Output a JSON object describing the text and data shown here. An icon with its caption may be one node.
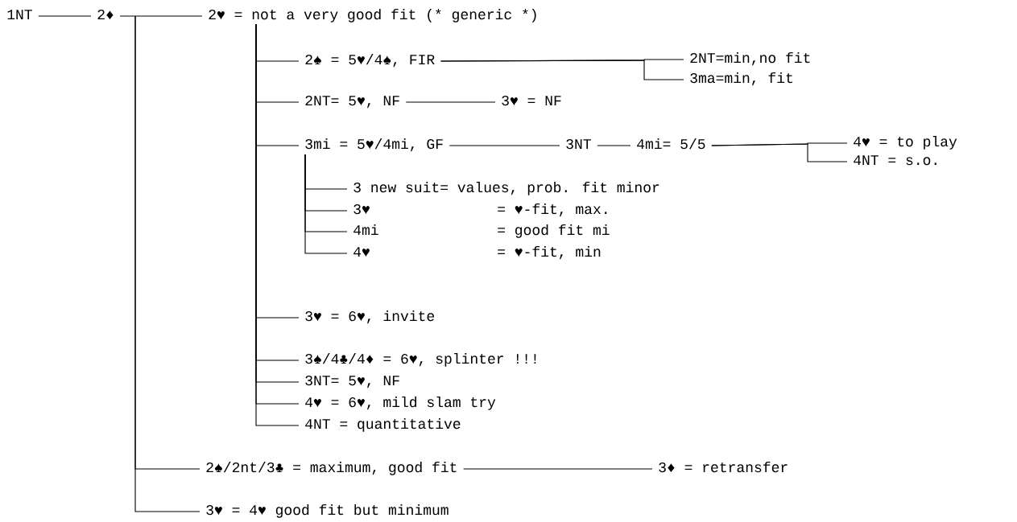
{
  "diagram": {
    "nodes": [
      {
        "text": [
          "1NT"
        ]
      },
      {
        "text": [
          "2♦"
        ]
      },
      {
        "text": [
          "2♥ = not a very good fit (* generic *)"
        ]
      },
      {
        "text": [
          "2♠ = 5♥/4♠, FIR"
        ]
      },
      {
        "text": [
          "2NT=min,no fit"
        ]
      },
      {
        "text": [
          "3ma=min, fit"
        ]
      },
      {
        "text": [
          "2NT= 5♥, NF"
        ]
      },
      {
        "text": [
          "3♥ = NF"
        ]
      },
      {
        "text": [
          "3mi = 5♥/4mi, GF"
        ]
      },
      {
        "text": [
          "3NT"
        ]
      },
      {
        "text": [
          "4mi= 5/5"
        ]
      },
      {
        "text": [
          "4♥ = to play"
        ]
      },
      {
        "text": [
          "4NT = s.o."
        ]
      },
      {
        "text": [
          "3 new suit= values, prob. fit minor"
        ]
      },
      {
        "text": [
          "3♥",
          "= ♥-fit, max."
        ]
      },
      {
        "text": [
          "4mi",
          "= good fit mi"
        ]
      },
      {
        "text": [
          "4♥",
          "= ♥-fit, min"
        ]
      },
      {
        "text": [
          "3♥ = 6♥, invite"
        ]
      },
      {
        "text": [
          "3♠/4♣/4♦ = 6♥, splinter !!!"
        ]
      },
      {
        "text": [
          "3NT= 5♥, NF"
        ]
      },
      {
        "text": [
          "4♥ = 6♥, mild slam try"
        ]
      },
      {
        "text": [
          "4NT = quantitative"
        ]
      },
      {
        "text": [
          "2♠/2nt/3♣ = maximum, good fit"
        ]
      },
      {
        "text": [
          "3♦ = retransfer"
        ]
      },
      {
        "text": [
          "3♥ = 4♥ good fit but minimum"
        ]
      }
    ],
    "edges": [
      {
        "from": 0,
        "to": 1,
        "arrow": "none"
      },
      {
        "from": 1,
        "to": 2,
        "arrow": "none"
      },
      {
        "from": 2,
        "to": 3,
        "arrow": "none"
      },
      {
        "from": 3,
        "to": 4,
        "arrow": "none"
      },
      {
        "from": 3,
        "to": 5,
        "arrow": "none"
      },
      {
        "from": 2,
        "to": 6,
        "arrow": "none"
      },
      {
        "from": 6,
        "to": 7,
        "arrow": "none"
      },
      {
        "from": 2,
        "to": 8,
        "arrow": "none"
      },
      {
        "from": 8,
        "to": 9,
        "arrow": "none"
      },
      {
        "from": 9,
        "to": 10,
        "arrow": "none"
      },
      {
        "from": 10,
        "to": 11,
        "arrow": "none"
      },
      {
        "from": 10,
        "to": 12,
        "arrow": "none"
      },
      {
        "from": 8,
        "to": 13,
        "arrow": "none"
      },
      {
        "from": 8,
        "to": 14,
        "arrow": "none"
      },
      {
        "from": 8,
        "to": 15,
        "arrow": "none"
      },
      {
        "from": 8,
        "to": 16,
        "arrow": "none"
      },
      {
        "from": 2,
        "to": 17,
        "arrow": "none"
      },
      {
        "from": 2,
        "to": 18,
        "arrow": "none"
      },
      {
        "from": 2,
        "to": 19,
        "arrow": "none"
      },
      {
        "from": 2,
        "to": 20,
        "arrow": "none"
      },
      {
        "from": 2,
        "to": 21,
        "arrow": "none"
      },
      {
        "from": 1,
        "to": 22,
        "arrow": "none"
      },
      {
        "from": 22,
        "to": 23,
        "arrow": "none"
      },
      {
        "from": 1,
        "to": 24,
        "arrow": "none"
      }
    ]
  }
}
